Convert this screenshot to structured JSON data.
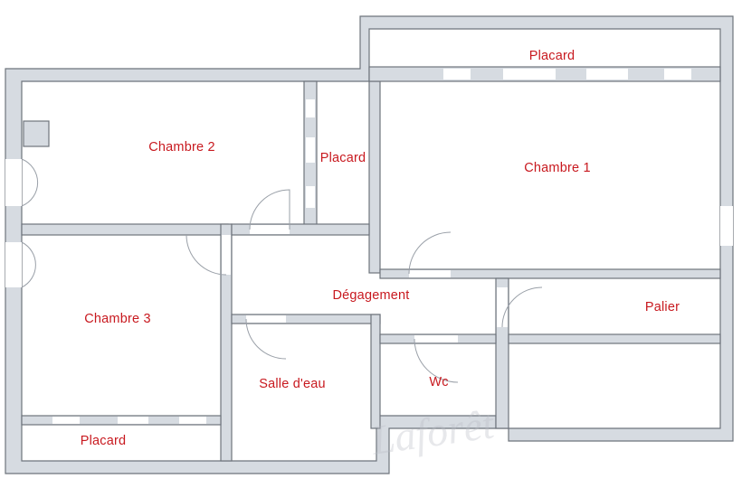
{
  "rooms": {
    "placard_top": "Placard",
    "chambre_2": "Chambre 2",
    "placard_mid": "Placard",
    "chambre_1": "Chambre 1",
    "degagement": "Dégagement",
    "palier": "Palier",
    "chambre_3": "Chambre 3",
    "salle_eau": "Salle d'eau",
    "wc": "Wc",
    "placard_bottom": "Placard"
  },
  "colors": {
    "label": "#c8191f",
    "wall_fill": "#d6dbe1",
    "wall_stroke": "#6e747c"
  }
}
